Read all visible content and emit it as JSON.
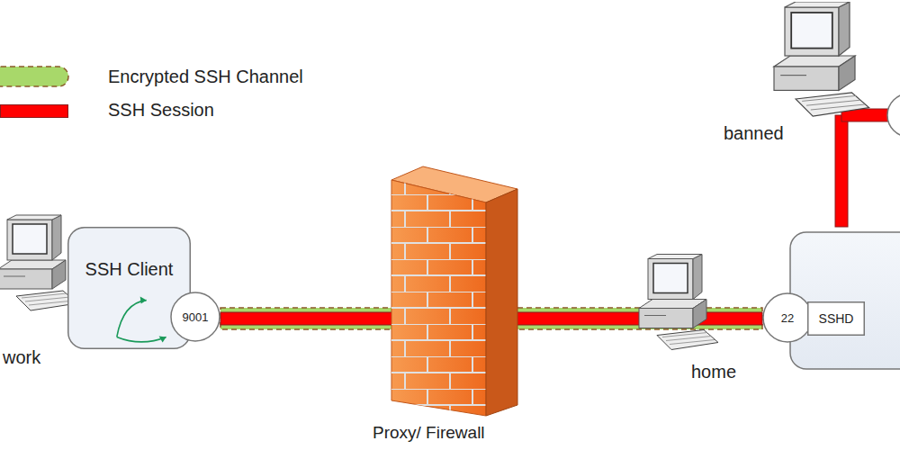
{
  "diagram": {
    "nodes": [
      {
        "text": [
          "SSH Client"
        ]
      },
      {
        "text": [
          "9001"
        ],
        "in": 0
      },
      {
        "text": [
          "22"
        ]
      },
      {
        "text": [
          "SSHD"
        ]
      }
    ],
    "edges": [
      {
        "from": 1,
        "to": 2,
        "arrow": "none"
      }
    ],
    "labels": [
      "work",
      "Proxy/ Firewall",
      "home",
      "banned"
    ],
    "legend": [
      {
        "text": "Encrypted SSH Channel"
      },
      {
        "text": "SSH Session",
        "color": "#ff0000"
      }
    ]
  }
}
